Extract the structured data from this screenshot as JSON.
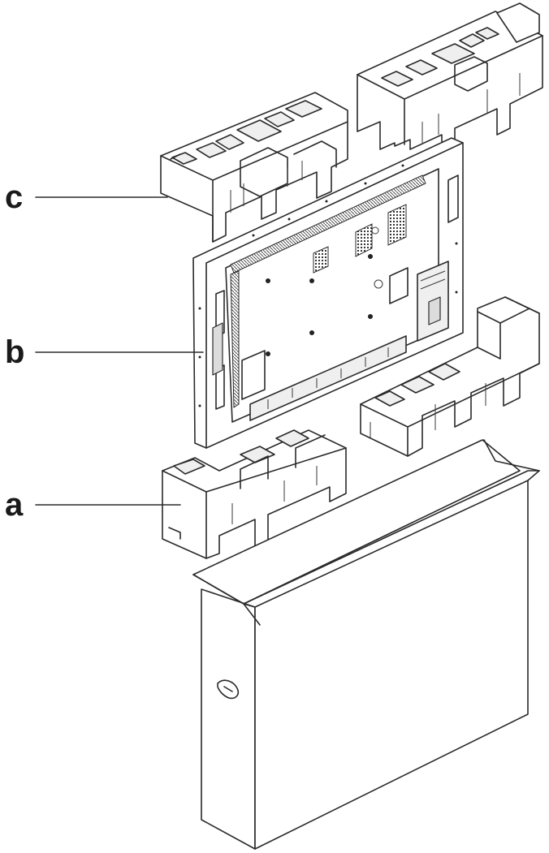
{
  "callouts": [
    {
      "key": "c",
      "label": "c"
    },
    {
      "key": "b",
      "label": "b"
    },
    {
      "key": "a",
      "label": "a"
    }
  ]
}
